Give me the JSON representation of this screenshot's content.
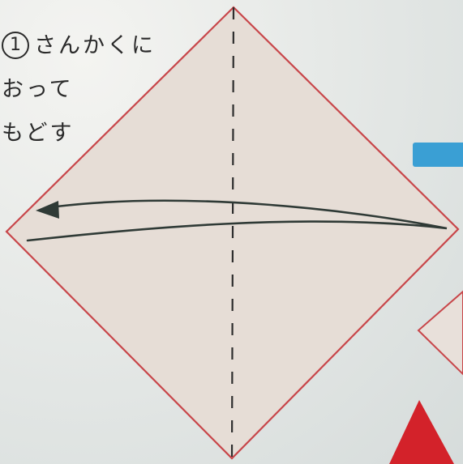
{
  "step": {
    "number": "1",
    "lines": [
      "さんかくに",
      "おって",
      "もどす"
    ]
  },
  "colors": {
    "paper_fill": "#e6ddd6",
    "paper_edge": "#c8464a",
    "fold_line": "#2e2e2e",
    "arrow": "#2f3a36",
    "blue_accent": "#3a9fd4",
    "red_accent": "#d3222a"
  },
  "icons": {
    "arrow": "fold-arrow-icon",
    "badge": "circled-number"
  }
}
